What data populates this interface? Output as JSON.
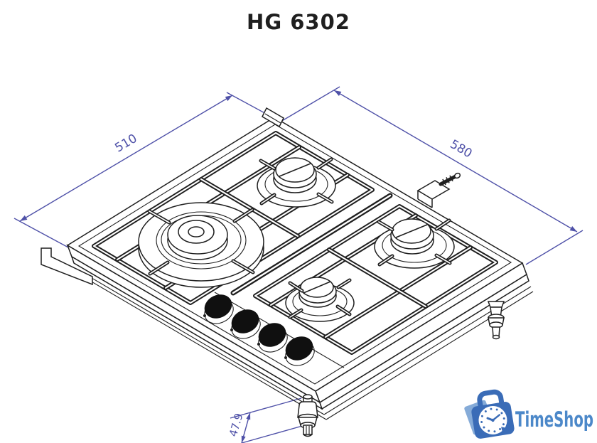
{
  "title": "HG 6302",
  "drawing": {
    "dimension_labels": {
      "width": "510",
      "depth": "580",
      "height": "47.9"
    },
    "colors": {
      "ink": "#1f1f1f",
      "dimension": "#4f51a8"
    }
  },
  "logo": {
    "text": "TimeShop",
    "colors": {
      "bag": "#3a6cb7",
      "bag_light": "#85abd8",
      "text": "#4c88c9"
    }
  }
}
